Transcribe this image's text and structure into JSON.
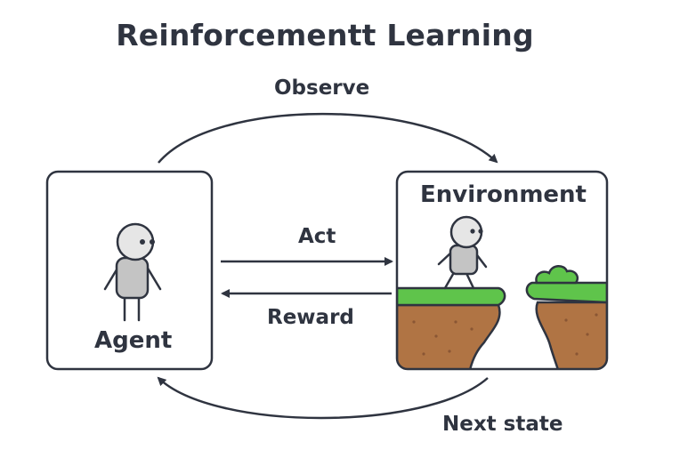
{
  "title": "Reinforcementt Learning",
  "agent": {
    "label": "Agent"
  },
  "environment": {
    "label": "Environment"
  },
  "edges": {
    "observe": "Observe",
    "act": "Act",
    "reward": "Reward",
    "next_state": "Next state"
  },
  "colors": {
    "ink": "#2f3440",
    "grass": "#5fc44b",
    "dirt": "#b07444",
    "figure": "#c4c4c4",
    "face": "#e6e6e6"
  }
}
